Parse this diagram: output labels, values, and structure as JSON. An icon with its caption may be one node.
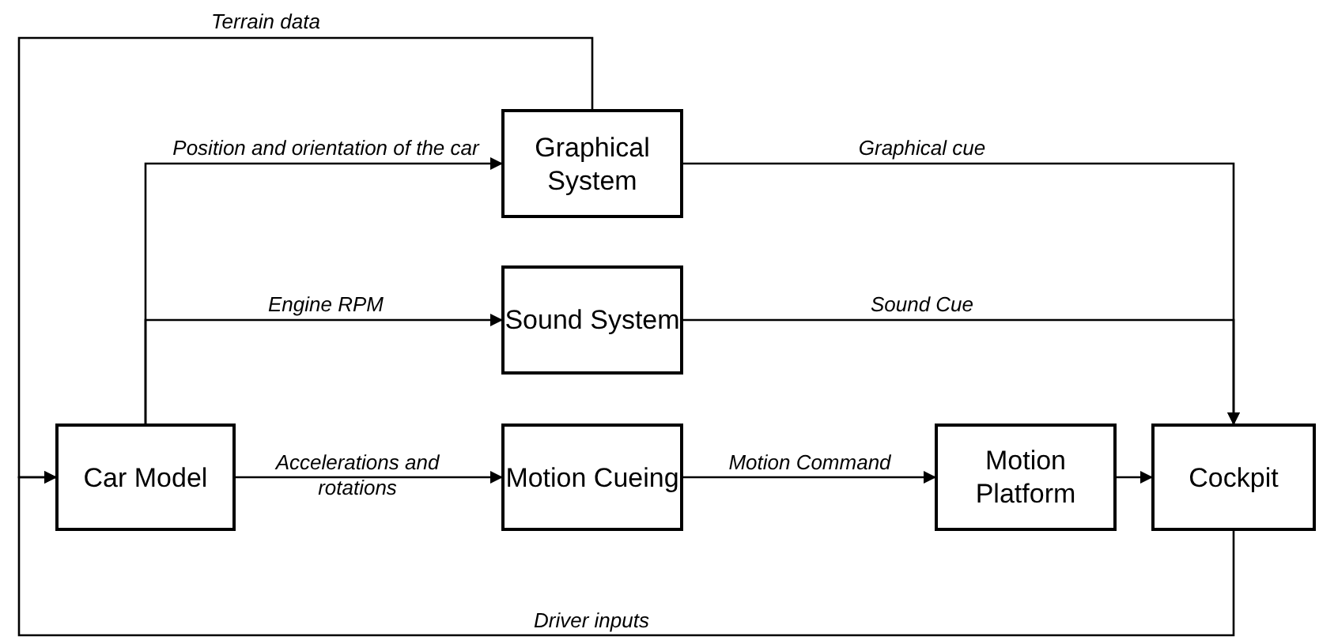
{
  "diagram": {
    "nodes": [
      {
        "text": [
          "Graphical System"
        ]
      },
      {
        "text": [
          "Sound System"
        ]
      },
      {
        "text": [
          "Car Model"
        ]
      },
      {
        "text": [
          "Motion Cueing"
        ]
      },
      {
        "text": [
          "Motion Platform"
        ]
      },
      {
        "text": [
          "Cockpit"
        ]
      }
    ],
    "edges": [
      {
        "from": 2,
        "to": 0,
        "arrow": "to",
        "label": "Position and orientation of the car"
      },
      {
        "from": 2,
        "to": 1,
        "arrow": "to",
        "label": "Engine RPM"
      },
      {
        "from": 2,
        "to": 3,
        "arrow": "to",
        "label": "Accelerations and rotations"
      },
      {
        "from": 3,
        "to": 4,
        "arrow": "to",
        "label": "Motion Command"
      },
      {
        "from": 4,
        "to": 5,
        "arrow": "to"
      },
      {
        "from": 0,
        "to": 5,
        "arrow": "to",
        "label": "Graphical cue"
      },
      {
        "from": 1,
        "to": 5,
        "arrow": "to",
        "label": "Sound Cue"
      },
      {
        "from": 5,
        "to": 2,
        "arrow": "to",
        "label": "Driver inputs"
      },
      {
        "from": 0,
        "to": 2,
        "arrow": "to",
        "label": "Terrain data"
      }
    ]
  }
}
